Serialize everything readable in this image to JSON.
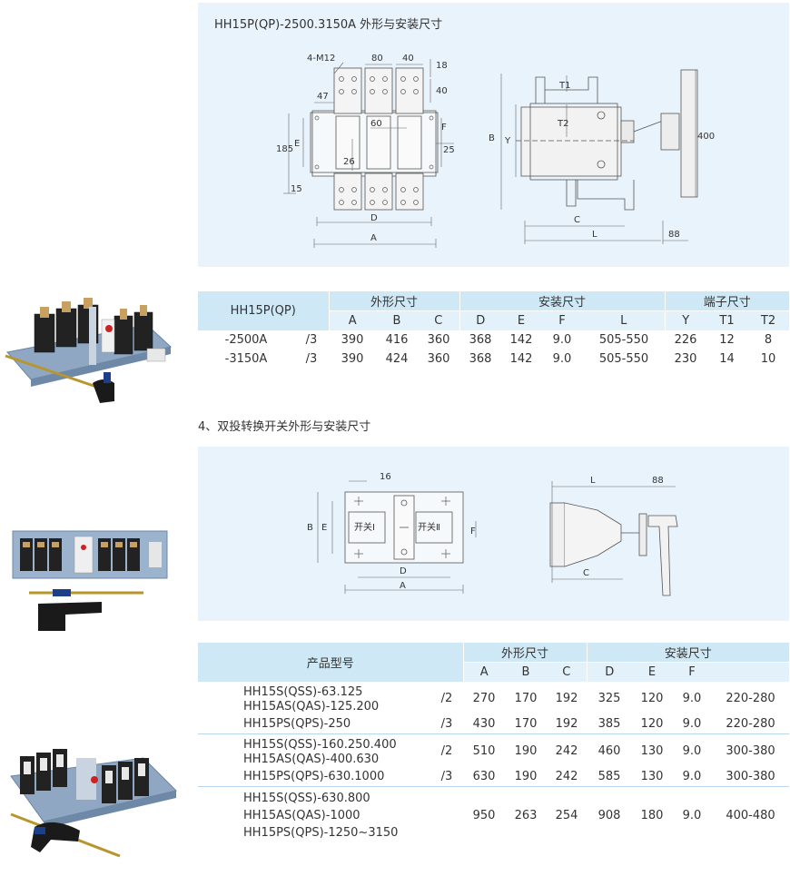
{
  "section1": {
    "diagram_title": "HH15P(QP)-2500.3150A 外形与安装尺寸",
    "dims": {
      "m12": "4-M12",
      "d80": "80",
      "d40": "40",
      "d18": "18",
      "d40v": "40",
      "d47": "47",
      "d60": "60",
      "e": "E",
      "f": "F",
      "d185": "185",
      "d26": "26",
      "d25": "25",
      "d15": "15",
      "d": "D",
      "a": "A",
      "b": "B",
      "y": "Y",
      "t1": "T1",
      "t2": "T2",
      "d400": "400",
      "c": "C",
      "l": "L",
      "d88": "88"
    },
    "table": {
      "model_header": "HH15P(QP)",
      "groups": [
        "外形尺寸",
        "安装尺寸",
        "端子尺寸"
      ],
      "columns": [
        "A",
        "B",
        "C",
        "D",
        "E",
        "F",
        "L",
        "Y",
        "T1",
        "T2"
      ],
      "rows": [
        {
          "model": "-2500A",
          "poles": "/3",
          "values": [
            "390",
            "416",
            "360",
            "368",
            "142",
            "9.0",
            "505-550",
            "226",
            "12",
            "8"
          ]
        },
        {
          "model": "-3150A",
          "poles": "/3",
          "values": [
            "390",
            "424",
            "360",
            "368",
            "142",
            "9.0",
            "505-550",
            "230",
            "14",
            "10"
          ]
        }
      ]
    }
  },
  "section2": {
    "heading": "4、双投转换开关外形与安装尺寸",
    "dims": {
      "d16": "16",
      "b": "B",
      "e": "E",
      "switch1": "开关Ⅰ",
      "switch2": "开关Ⅱ",
      "f": "F",
      "d": "D",
      "a": "A",
      "l": "L",
      "d88": "88",
      "c": "C"
    },
    "table": {
      "model_header": "产品型号",
      "groups": [
        "外形尺寸",
        "安装尺寸"
      ],
      "columns": [
        "A",
        "B",
        "C",
        "D",
        "E",
        "F"
      ],
      "rows": [
        {
          "models": [
            "HH15S(QSS)-63.125",
            "HH15AS(QAS)-125.200"
          ],
          "poles": "/2",
          "values": [
            "270",
            "170",
            "192",
            "325",
            "120",
            "9.0",
            "220-280"
          ]
        },
        {
          "models": [
            "HH15PS(QPS)-250"
          ],
          "poles": "/3",
          "values": [
            "430",
            "170",
            "192",
            "385",
            "120",
            "9.0",
            "220-280"
          ]
        },
        {
          "models": [
            "HH15S(QSS)-160.250.400",
            "HH15AS(QAS)-400.630"
          ],
          "poles": "/2",
          "values": [
            "510",
            "190",
            "242",
            "460",
            "130",
            "9.0",
            "300-380"
          ]
        },
        {
          "models": [
            "HH15PS(QPS)-630.1000"
          ],
          "poles": "/3",
          "values": [
            "630",
            "190",
            "242",
            "585",
            "130",
            "9.0",
            "300-380"
          ]
        },
        {
          "models": [
            "HH15S(QSS)-630.800",
            "HH15AS(QAS)-1000",
            "HH15PS(QPS)-1250~3150"
          ],
          "poles": "",
          "values": [
            "950",
            "263",
            "254",
            "908",
            "180",
            "9.0",
            "400-480"
          ]
        }
      ]
    }
  }
}
